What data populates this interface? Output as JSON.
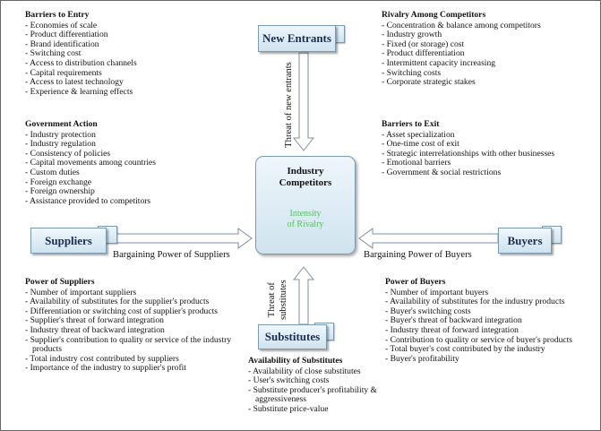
{
  "forces": {
    "new_entrants": "New Entrants",
    "suppliers": "Suppliers",
    "buyers": "Buyers",
    "substitutes": "Substitutes"
  },
  "center": {
    "line1": "Industry",
    "line2": "Competitors",
    "rivalry_line1": "Intensity",
    "rivalry_line2": "of Rivalry"
  },
  "arrow_labels": {
    "new_entrants": "Threat of new entrants",
    "substitutes_line1": "Threat of",
    "substitutes_line2": "substitutes",
    "suppliers": "Bargaining Power of Suppliers",
    "buyers": "Bargaining Power of Buyers"
  },
  "blocks": {
    "barriers_to_entry": {
      "title": "Barriers to Entry",
      "items": [
        "Economies of scale",
        "Product differentiation",
        "Brand identification",
        "Switching cost",
        "Access to distribution channels",
        "Capital requirements",
        "Access to latest technology",
        "Experience & learning effects"
      ]
    },
    "government_action": {
      "title": "Government Action",
      "items": [
        "Industry protection",
        "Industry regulation",
        "Consistency of policies",
        "Capital movements among countries",
        "Custom duties",
        "Foreign exchange",
        "Foreign ownership",
        "Assistance provided to competitors"
      ]
    },
    "rivalry": {
      "title": "Rivalry Among Competitors",
      "items": [
        "Concentration & balance among competitors",
        "Industry growth",
        "Fixed (or storage) cost",
        "Product differentiation",
        "Intermittent capacity increasing",
        "Switching costs",
        "Corporate strategic stakes"
      ]
    },
    "barriers_to_exit": {
      "title": "Barriers to Exit",
      "items": [
        "Asset specialization",
        "One-time cost of exit",
        "Strategic interrelationships with other businesses",
        "Emotional barriers",
        "Government & social restrictions"
      ]
    },
    "power_of_suppliers": {
      "title": "Power of Suppliers",
      "items": [
        "Number of important suppliers",
        "Availability of substitutes for the supplier's products",
        "Differentiation or switching cost of supplier's products",
        "Supplier's threat of forward integration",
        "Industry threat of backward integration",
        "Supplier's contribution to quality or service of the industry products",
        "Total industry cost contributed by suppliers",
        "Importance of the industry to supplier's profit"
      ]
    },
    "availability_of_substitutes": {
      "title": "Availability of Substitutes",
      "items": [
        "Availability of close substitutes",
        "User's switching costs",
        "Substitute producer's profitability & aggressiveness",
        "Substitute price-value"
      ]
    },
    "power_of_buyers": {
      "title": "Power of Buyers",
      "items": [
        "Number of important buyers",
        "Availability of substitutes for the industry products",
        "Buyer's switching costs",
        "Buyer's threat of backward integration",
        "Industry threat of forward integration",
        "Contribution to quality or service of buyer's products",
        "Total buyer's cost contributed by the industry",
        "Buyer's profitability"
      ]
    }
  }
}
